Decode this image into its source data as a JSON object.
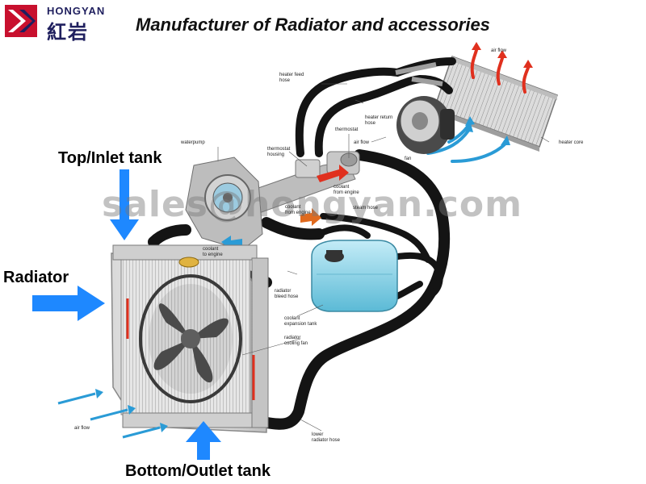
{
  "header": {
    "brand_latin": "HONGYAN",
    "brand_cjk": "紅岩",
    "title": "Manufacturer of Radiator and accessories"
  },
  "labels": {
    "top_inlet_tank": "Top/Inlet tank",
    "radiator": "Radiator",
    "bottom_outlet_tank": "Bottom/Outlet tank"
  },
  "watermark": "sales@hongyan.com",
  "parts": {
    "heater_feed_hose": [
      "heater feed",
      "hose"
    ],
    "air_flow_top": "air flow",
    "heater_return_hose": [
      "heater return",
      "hose"
    ],
    "heater_core": "heater core",
    "thermostat": "thermostat",
    "air_flow_mid": "air flow",
    "fan": "fan",
    "waterpump": "waterpump",
    "thermostat_housing": [
      "thermostat",
      "housing"
    ],
    "coolant_from_engine_1": [
      "coolant",
      "from engine"
    ],
    "coolant_from_engine_2": [
      "coolant",
      "from engine"
    ],
    "steam_hose": "steam hose",
    "coolant_to_engine": [
      "coolant",
      "to engine"
    ],
    "radiator_bleed_hose": [
      "radiator",
      "bleed hose"
    ],
    "coolant_expansion_tank": [
      "coolant",
      "expansion tank"
    ],
    "radiator_cooling_fan": [
      "radiator",
      "cooling fan"
    ],
    "air_flow_bottom": "air flow",
    "lower_radiator_hose": [
      "lower",
      "radiator hose"
    ]
  },
  "colors": {
    "brand": "#1f1f5e",
    "logo_red": "#c8102e",
    "callout_arrow": "#1e88ff",
    "hose": "#141414",
    "coolant_tank": "#8fd3e8",
    "flow_blue": "#2a9bd6",
    "flow_red": "#e0301e"
  }
}
